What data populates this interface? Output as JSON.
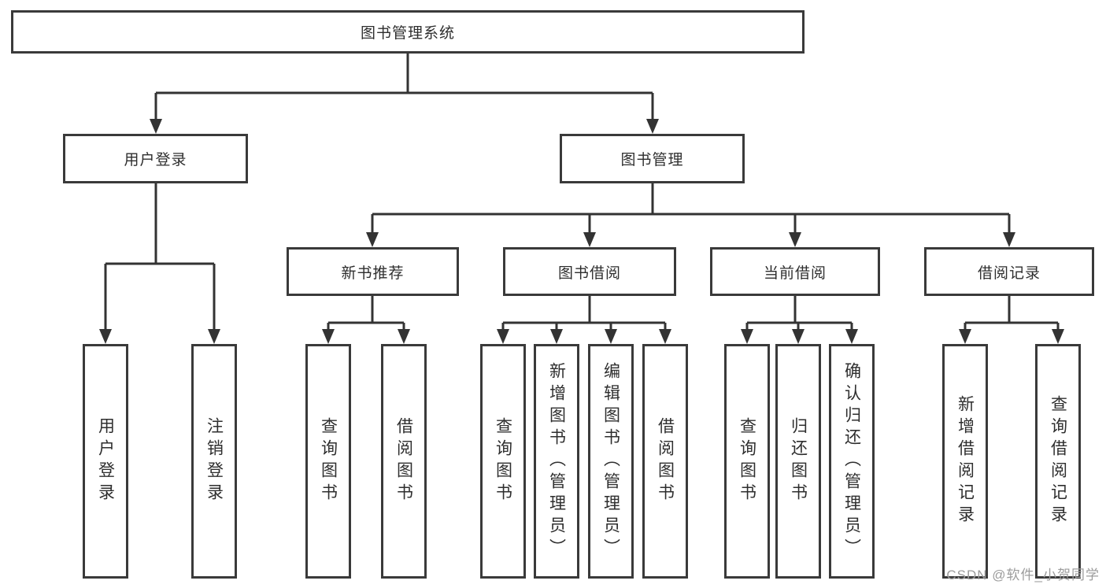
{
  "nodes": {
    "root": {
      "label": "图书管理系统"
    },
    "level2": [
      {
        "label": "用户登录"
      },
      {
        "label": "图书管理"
      }
    ],
    "level3": [
      {
        "label": "新书推荐"
      },
      {
        "label": "图书借阅"
      },
      {
        "label": "当前借阅"
      },
      {
        "label": "借阅记录"
      }
    ],
    "leaves": [
      {
        "label": "用户登录"
      },
      {
        "label": "注销登录"
      },
      {
        "label": "查询图书"
      },
      {
        "label": "借阅图书"
      },
      {
        "label": "查询图书"
      },
      {
        "label": "新增图书（管理员）"
      },
      {
        "label": "编辑图书（管理员）"
      },
      {
        "label": "借阅图书"
      },
      {
        "label": "查询图书"
      },
      {
        "label": "归还图书"
      },
      {
        "label": "确认归还（管理员）"
      },
      {
        "label": "新增借阅记录"
      },
      {
        "label": "查询借阅记录"
      }
    ]
  },
  "watermark": {
    "text": "CSDN @软件_小贺同学"
  },
  "colors": {
    "line": "#333333",
    "box_border": "#3a3a3a",
    "text": "#2e2e2e",
    "watermark": "#9c9c9c",
    "background": "#ffffff"
  }
}
